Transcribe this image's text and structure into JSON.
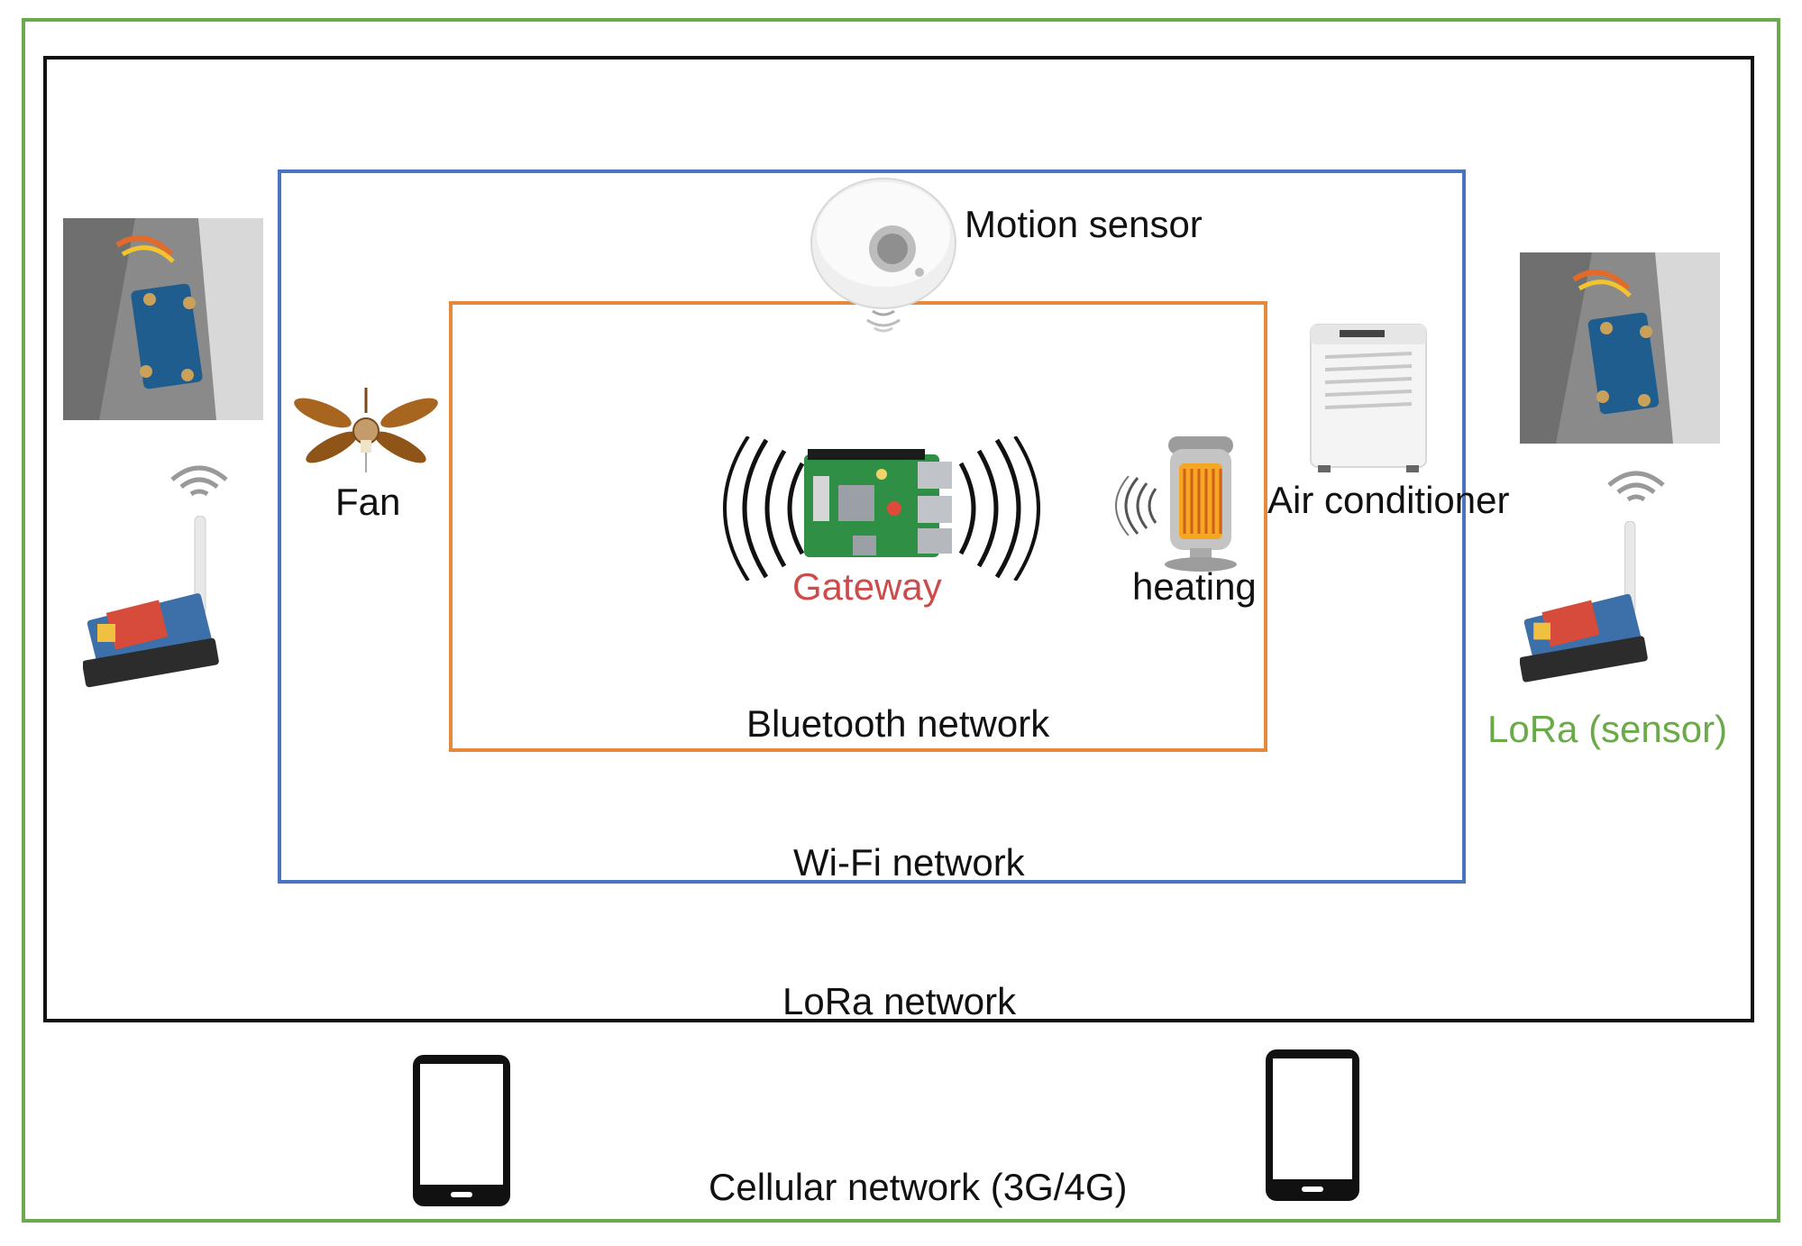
{
  "networks": {
    "cellular": {
      "label": "Cellular network (3G/4G)",
      "color": "#6aaa48"
    },
    "lora": {
      "label": "LoRa network",
      "color": "#111111"
    },
    "wifi": {
      "label": "Wi-Fi network",
      "color": "#4a74c0"
    },
    "bluetooth": {
      "label": "Bluetooth network",
      "color": "#e58a3c"
    }
  },
  "devices": {
    "motion_sensor": {
      "label": "Motion sensor",
      "icon": "motion-sensor-icon"
    },
    "fan": {
      "label": "Fan",
      "icon": "ceiling-fan-icon"
    },
    "gateway": {
      "label": "Gateway",
      "icon": "raspberry-pi-icon",
      "color": "#cc4b4b"
    },
    "heating": {
      "label": "heating",
      "icon": "heater-icon"
    },
    "air_conditioner": {
      "label": "Air conditioner",
      "icon": "air-conditioner-icon"
    },
    "lora_sensor": {
      "label": "LoRa (sensor)",
      "icon": "lora-sensor-icon",
      "color": "#6aaa48"
    }
  }
}
